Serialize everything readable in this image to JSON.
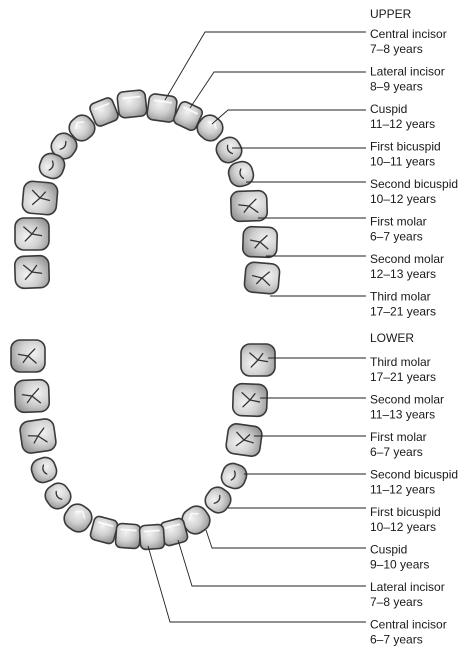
{
  "upper": {
    "heading": "UPPER",
    "labels": [
      {
        "name": "Central incisor",
        "age": "7–8 years"
      },
      {
        "name": "Lateral incisor",
        "age": "8–9 years"
      },
      {
        "name": "Cuspid",
        "age": "11–12 years"
      },
      {
        "name": "First bicuspid",
        "age": "10–11 years"
      },
      {
        "name": "Second bicuspid",
        "age": "10–12 years"
      },
      {
        "name": "First molar",
        "age": "6–7 years"
      },
      {
        "name": "Second molar",
        "age": "12–13 years"
      },
      {
        "name": "Third molar",
        "age": "17–21 years"
      }
    ]
  },
  "lower": {
    "heading": "LOWER",
    "labels": [
      {
        "name": "Third molar",
        "age": "17–21 years"
      },
      {
        "name": "Second molar",
        "age": "11–13 years"
      },
      {
        "name": "First molar",
        "age": "6–7 years"
      },
      {
        "name": "Second bicuspid",
        "age": "11–12 years"
      },
      {
        "name": "First bicuspid",
        "age": "10–12 years"
      },
      {
        "name": "Cuspid",
        "age": "9–10 years"
      },
      {
        "name": "Lateral incisor",
        "age": "7–8 years"
      },
      {
        "name": "Central incisor",
        "age": "6–7 years"
      }
    ]
  },
  "colors": {
    "tooth_fill": "#c9c9c9",
    "tooth_highlight": "#f2f2f2",
    "outline": "#3a3a3a",
    "text": "#1a1a1a"
  }
}
